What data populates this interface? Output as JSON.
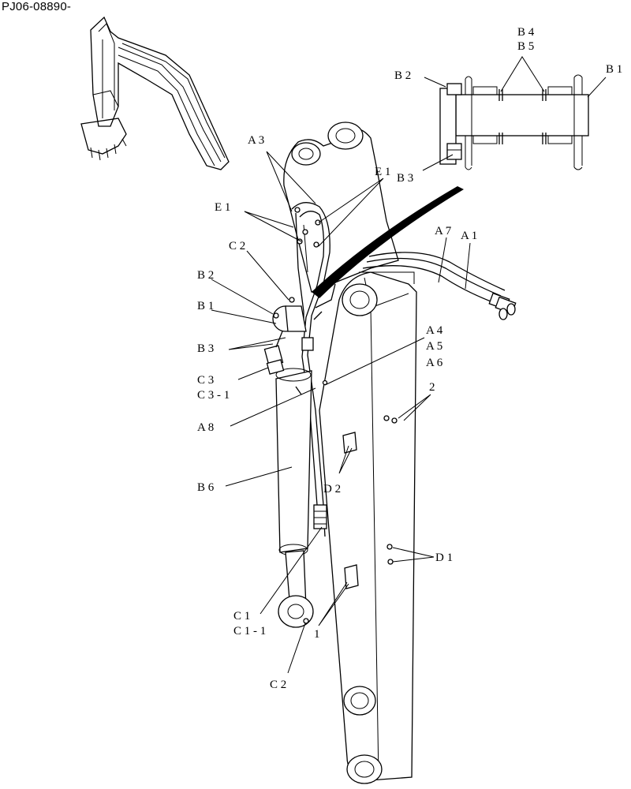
{
  "document_id": "PJ06-08890-",
  "colors": {
    "ink": "#000000",
    "paper": "#ffffff"
  },
  "callouts": {
    "B4": "B 4",
    "B5": "B 5",
    "B2_detail": "B 2",
    "B1_detail": "B 1",
    "B3_detail": "B 3",
    "A3": "A 3",
    "E1_right": "E 1",
    "E1_left": "E 1",
    "A7": "A 7",
    "A1": "A 1",
    "C2_top": "C 2",
    "B2": "B 2",
    "B1": "B 1",
    "B3": "B 3",
    "C3": "C 3",
    "C3_1": "C 3 - 1",
    "A4": "A 4",
    "A5": "A 5",
    "A6": "A 6",
    "A8": "A 8",
    "part_2_top": "2",
    "B6": "B 6",
    "D2": "D 2",
    "D1": "D 1",
    "C1": "C 1",
    "C1_1": "C 1 - 1",
    "part_1": "1",
    "C2_bottom": "C 2"
  }
}
